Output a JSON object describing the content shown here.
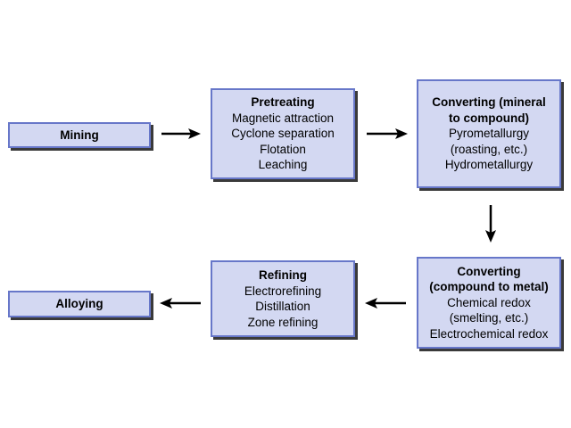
{
  "steps": {
    "mining": {
      "title": "Mining"
    },
    "pretreating": {
      "title": "Pretreating",
      "lines": [
        "Magnetic attraction",
        "Cyclone separation",
        "Flotation",
        "Leaching"
      ]
    },
    "converting_mineral": {
      "title_lines": [
        "Converting (mineral",
        "to compound)"
      ],
      "lines": [
        "Pyrometallurgy",
        "(roasting, etc.)",
        "Hydrometallurgy"
      ]
    },
    "converting_metal": {
      "title_lines": [
        "Converting",
        "(compound to metal)"
      ],
      "lines": [
        "Chemical redox",
        "(smelting, etc.)",
        "Electrochemical redox"
      ]
    },
    "refining": {
      "title": "Refining",
      "lines": [
        "Electrorefining",
        "Distillation",
        "Zone refining"
      ]
    },
    "alloying": {
      "title": "Alloying"
    }
  },
  "colors": {
    "box_fill": "#d3d8f2",
    "box_border": "#6777c9",
    "box_shadow": "#3a3a3a",
    "arrow": "#000000"
  }
}
